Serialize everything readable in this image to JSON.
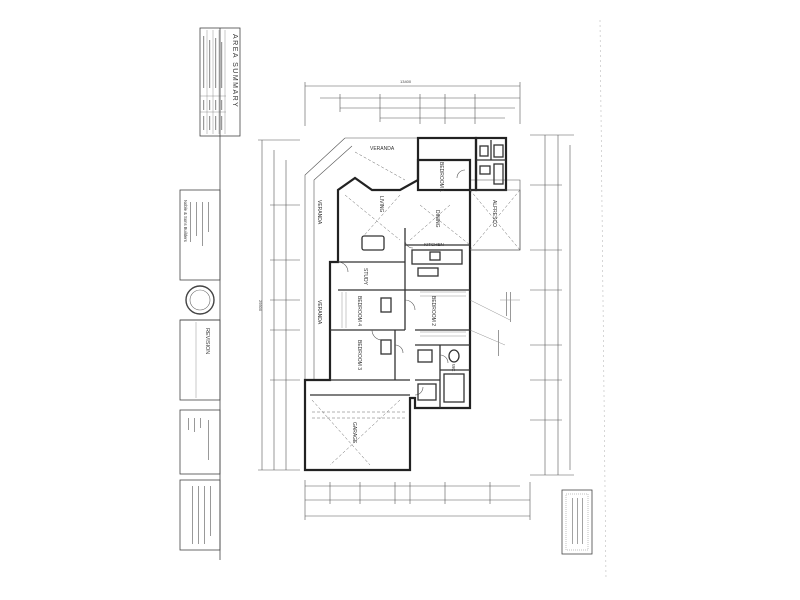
{
  "sheet": {
    "area_summary_title": "AREA SUMMARY",
    "rooms": {
      "veranda_top": "VERANDA",
      "veranda_left": "VERANDA",
      "veranda_left2": "VERANDA",
      "bedroom_1": "BEDROOM 1",
      "alfresco": "ALFRESCO",
      "dining": "DINING",
      "living": "LIVING",
      "kitchen": "KITCHEN",
      "study": "STUDY",
      "bedroom_4": "BEDROOM 4",
      "bedroom_3": "BEDROOM 3",
      "bedroom_2": "BEDROOM 2",
      "garage": "GARAGE",
      "wc": "WC"
    },
    "builder_name": "Noble & Sons Builders",
    "revision_label": "REVISION",
    "overall_width_dim": "13400",
    "overall_depth_dim": "29500"
  },
  "colors": {
    "line": "#222222",
    "paper": "#ffffff"
  }
}
